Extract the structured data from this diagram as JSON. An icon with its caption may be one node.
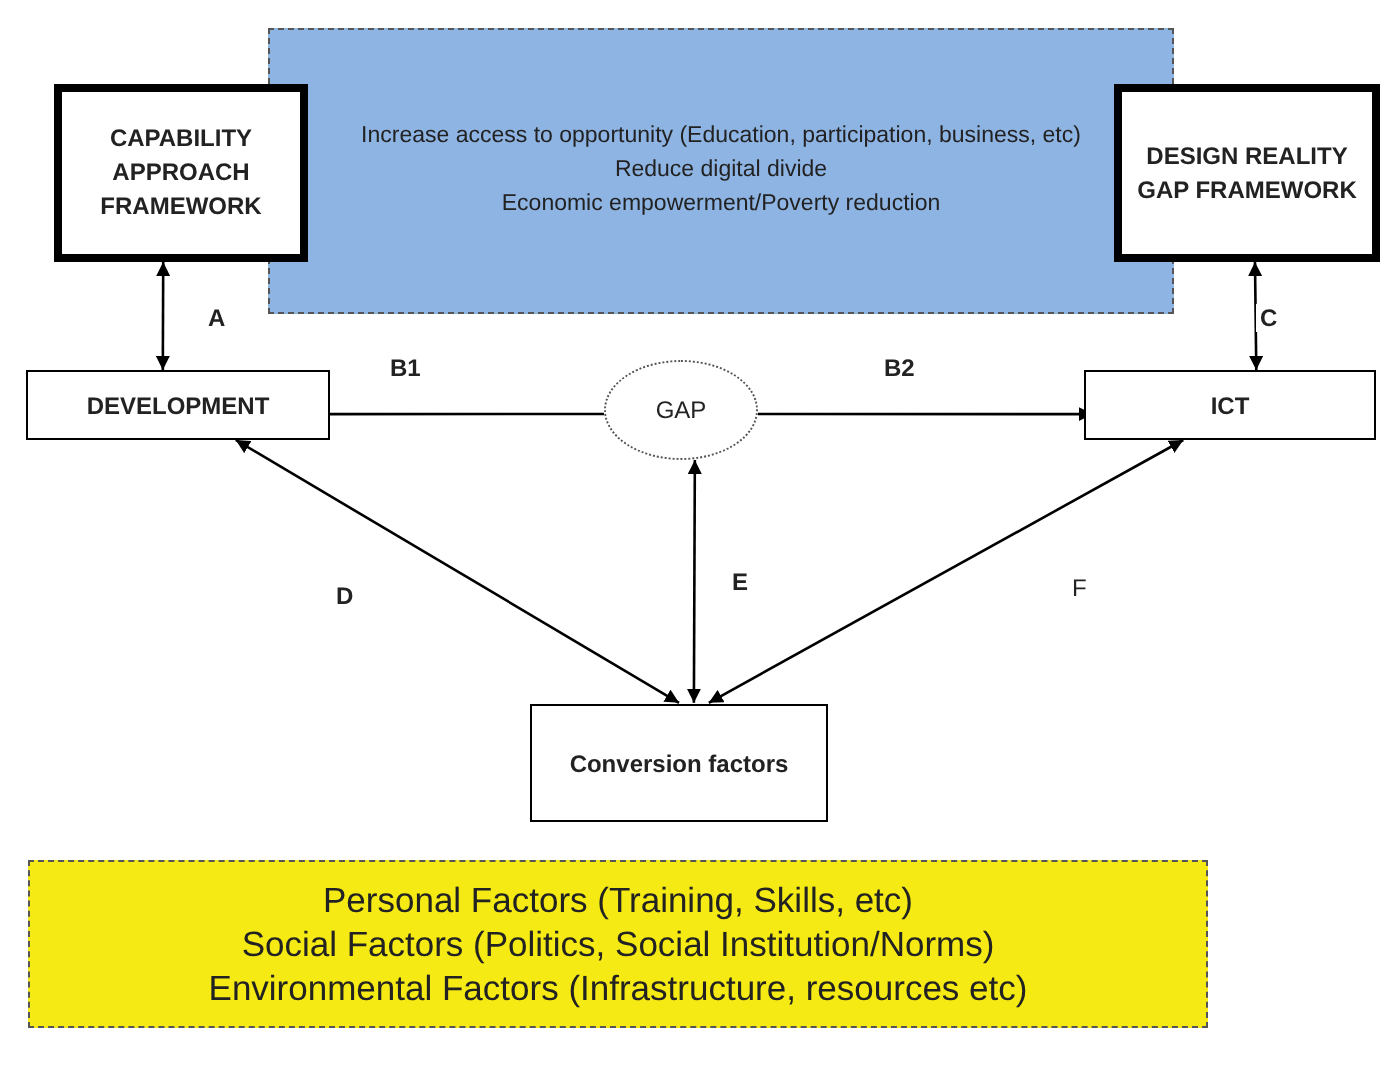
{
  "diagram": {
    "nodes": [
      {
        "text": [
          "CAPABILITY APPROACH FRAMEWORK"
        ]
      },
      {
        "text": [
          "Increase access to opportunity (Education, participation, business, etc)",
          "Reduce digital divide",
          "Economic empowerment/Poverty reduction"
        ]
      },
      {
        "text": [
          "DESIGN REALITY GAP FRAMEWORK"
        ]
      },
      {
        "text": [
          "DEVELOPMENT"
        ]
      },
      {
        "text": [
          "GAP"
        ]
      },
      {
        "text": [
          "ICT"
        ]
      },
      {
        "text": [
          "Conversion factors"
        ]
      },
      {
        "text": [
          "Personal Factors (Training, Skills, etc)",
          "Social Factors (Politics, Social Institution/Norms)",
          "Environmental Factors (Infrastructure, resources etc)"
        ]
      }
    ],
    "edges": [
      {
        "from": 0,
        "to": 3,
        "arrow": "both",
        "label": "A"
      },
      {
        "from": 3,
        "to": 4,
        "arrow": "none",
        "label": "B1"
      },
      {
        "from": 4,
        "to": 5,
        "arrow": "to",
        "label": "B2"
      },
      {
        "from": 2,
        "to": 5,
        "arrow": "both",
        "label": "C"
      },
      {
        "from": 3,
        "to": 6,
        "arrow": "both",
        "label": "D"
      },
      {
        "from": 4,
        "to": 6,
        "arrow": "both",
        "label": "E"
      },
      {
        "from": 5,
        "to": 6,
        "arrow": "both",
        "label": "F"
      }
    ]
  }
}
